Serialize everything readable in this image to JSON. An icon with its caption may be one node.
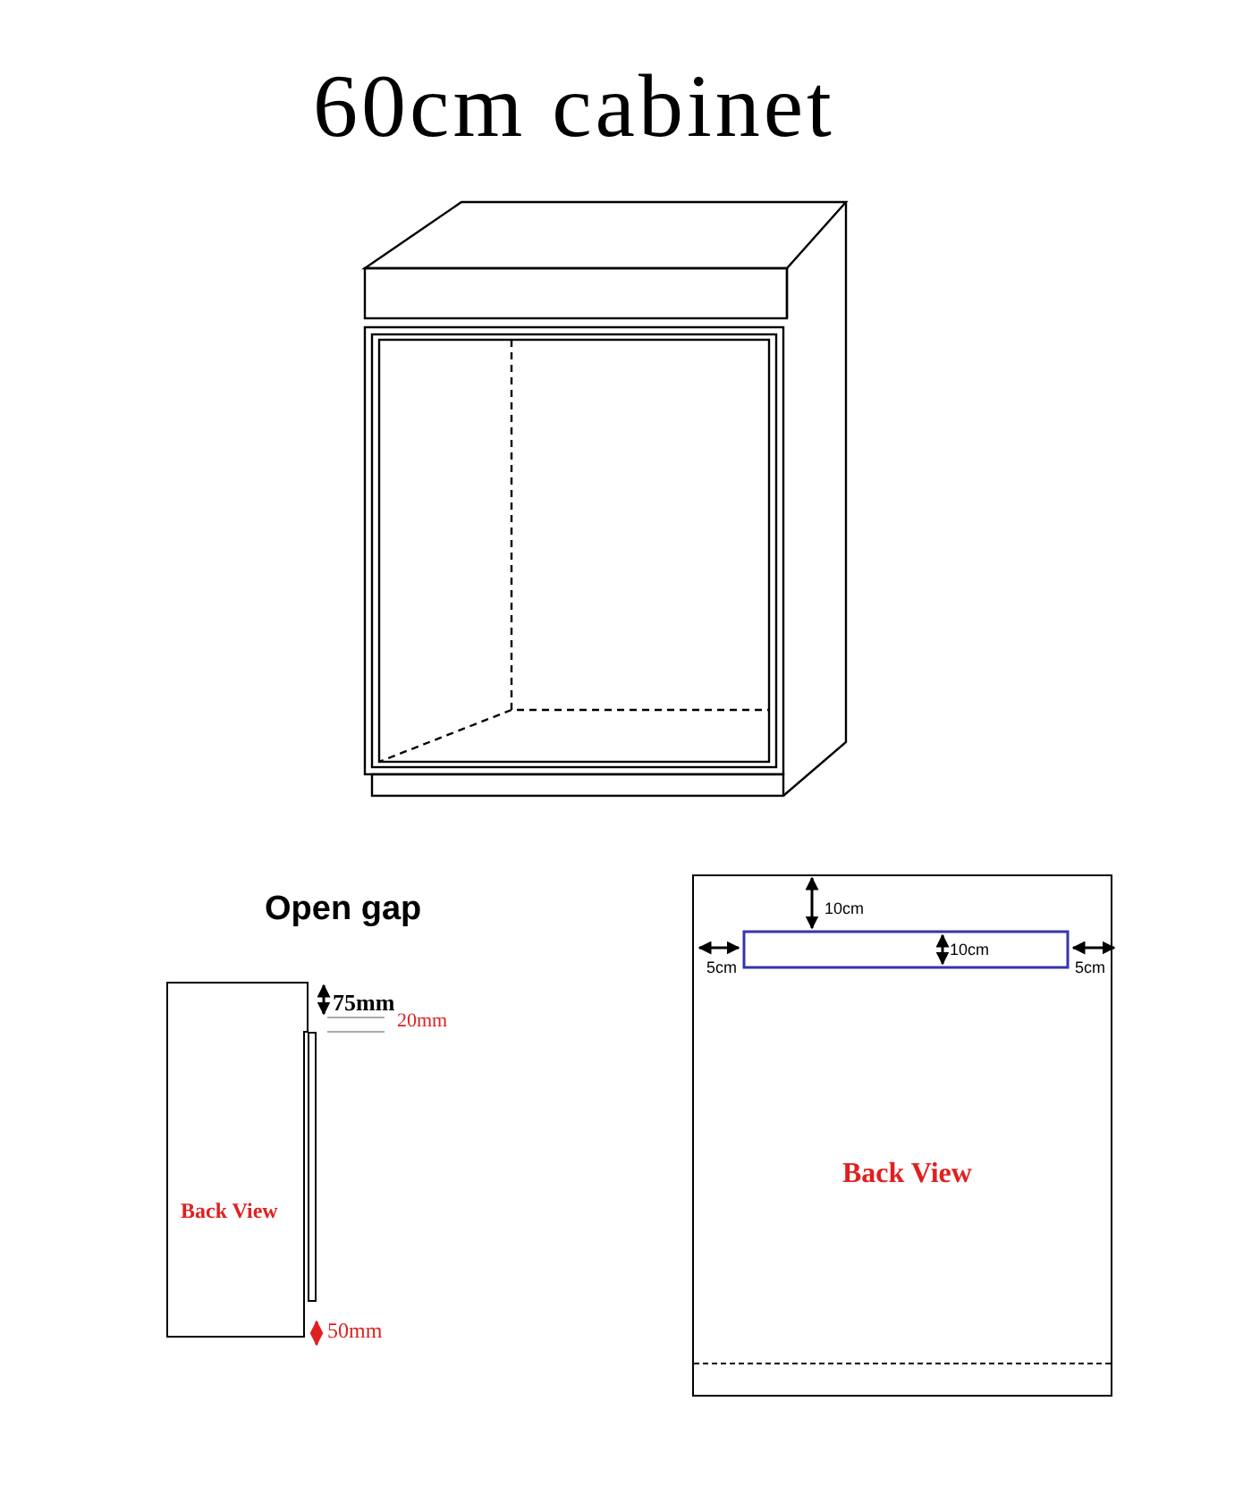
{
  "diagram": {
    "title": "60cm cabinet",
    "nodes": [
      {
        "text": [
          "Back View"
        ]
      },
      {
        "text": [
          "Back View"
        ]
      }
    ],
    "labels": [
      "Open gap",
      "75mm",
      "20mm",
      "50mm",
      "10cm",
      "10cm",
      "5cm",
      "5cm"
    ]
  }
}
